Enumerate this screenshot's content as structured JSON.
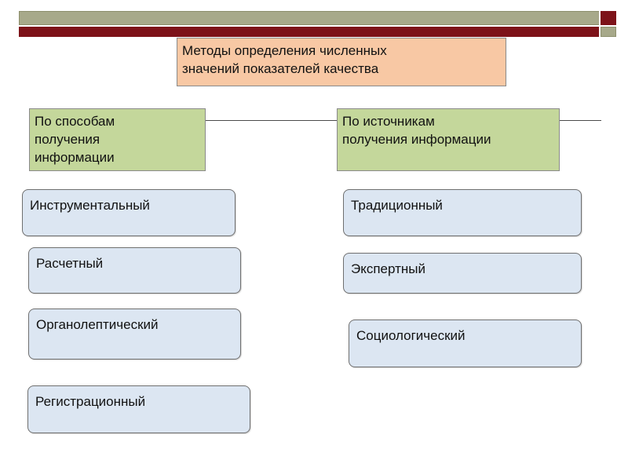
{
  "title": "Методы  определения численных\nзначений  показателей качества",
  "categories": {
    "left": {
      "label": "По способам\nполучения\nинформации"
    },
    "right": {
      "label": "По источникам\nполучения информации"
    }
  },
  "methods_left": [
    {
      "label": "Инструментальный"
    },
    {
      "label": "Расчетный"
    },
    {
      "label": "Органолептический"
    },
    {
      "label": "Регистрационный"
    }
  ],
  "methods_right": [
    {
      "label": "Традиционный"
    },
    {
      "label": "Экспертный"
    },
    {
      "label": "Социологический"
    }
  ],
  "colors": {
    "title_fill": "#f8c8a4",
    "category_fill": "#c4d79b",
    "method_fill": "#dce6f2",
    "bar_olive": "#a7a98a",
    "bar_maroon": "#7d1219"
  }
}
